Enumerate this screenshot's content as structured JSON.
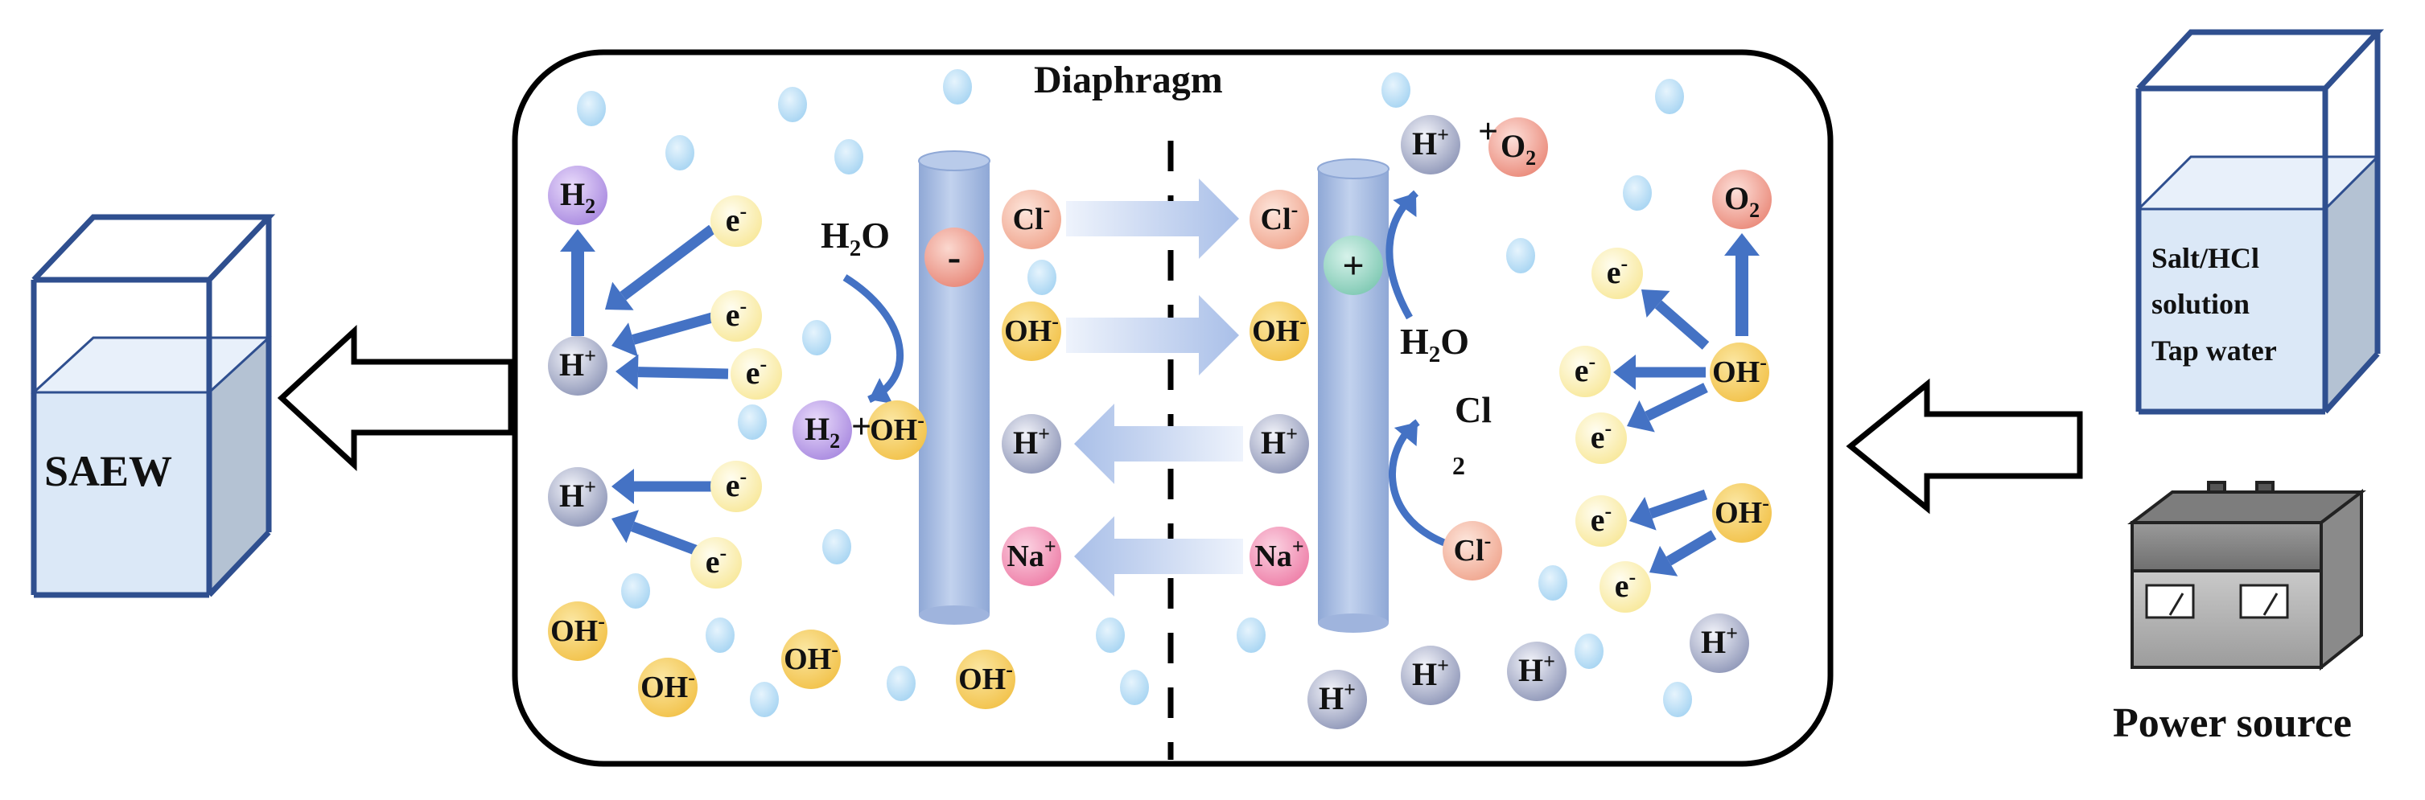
{
  "title": "Diaphragm",
  "output_label": "SAEW",
  "power_label": "Power source",
  "tank_lines": [
    "Salt/HCl",
    "solution",
    "Tap water"
  ],
  "electrodes": {
    "cathode": "-",
    "anode": "+"
  },
  "colors": {
    "outline": "#000000",
    "arrow": "#4472c4",
    "container_edge": "#2f4f8f",
    "water": "#dbe8f7",
    "bubble": "#a6d4f2",
    "electrode": "#a8bde0",
    "crossing_arrow": "#b6c8ea",
    "OH": "#f2c24a",
    "H": "#8f97b8",
    "e": "#fbf0b6",
    "Cl": "#f0a68f",
    "Na": "#ee7fa8",
    "H2": "#a98ae0",
    "O2": "#ea8a7a"
  },
  "molecules": [
    {
      "base": "H",
      "sup": "2",
      "style": "H2",
      "sub": true
    },
    {
      "base": "H",
      "sup": "+",
      "style": "H"
    },
    {
      "base": "H",
      "sup": "+",
      "style": "H"
    },
    {
      "base": "e",
      "sup": "-",
      "style": "e"
    },
    {
      "base": "e",
      "sup": "-",
      "style": "e"
    },
    {
      "base": "e",
      "sup": "-",
      "style": "e"
    },
    {
      "base": "e",
      "sup": "-",
      "style": "e"
    },
    {
      "base": "e",
      "sup": "-",
      "style": "e"
    },
    {
      "base": "H",
      "sup": "2",
      "style": "H2",
      "sub": true
    },
    {
      "base": "OH",
      "sup": "-",
      "style": "OH"
    },
    {
      "base": "OH",
      "sup": "-",
      "style": "OH"
    },
    {
      "base": "OH",
      "sup": "-",
      "style": "OH"
    },
    {
      "base": "OH",
      "sup": "-",
      "style": "OH"
    },
    {
      "base": "OH",
      "sup": "-",
      "style": "OH"
    },
    {
      "base": "Cl",
      "sup": "-",
      "style": "Cl"
    },
    {
      "base": "OH",
      "sup": "-",
      "style": "OH"
    },
    {
      "base": "H",
      "sup": "+",
      "style": "H"
    },
    {
      "base": "Na",
      "sup": "+",
      "style": "Na"
    },
    {
      "base": "Cl",
      "sup": "-",
      "style": "Cl"
    },
    {
      "base": "OH",
      "sup": "-",
      "style": "OH"
    },
    {
      "base": "H",
      "sup": "+",
      "style": "H"
    },
    {
      "base": "Na",
      "sup": "+",
      "style": "Na"
    },
    {
      "base": "H",
      "sup": "+",
      "style": "H"
    },
    {
      "base": "O",
      "sup": "2",
      "style": "O2",
      "sub": true
    },
    {
      "base": "Cl",
      "sup": "-",
      "style": "Cl"
    },
    {
      "base": "H",
      "sup": "+",
      "style": "H"
    },
    {
      "base": "H",
      "sup": "+",
      "style": "H"
    },
    {
      "base": "H",
      "sup": "+",
      "style": "H"
    },
    {
      "base": "H",
      "sup": "+",
      "style": "H"
    },
    {
      "base": "O",
      "sup": "2",
      "style": "O2",
      "sub": true
    },
    {
      "base": "OH",
      "sup": "-",
      "style": "OH"
    },
    {
      "base": "OH",
      "sup": "-",
      "style": "OH"
    },
    {
      "base": "e",
      "sup": "-",
      "style": "e"
    },
    {
      "base": "e",
      "sup": "-",
      "style": "e"
    },
    {
      "base": "e",
      "sup": "-",
      "style": "e"
    },
    {
      "base": "e",
      "sup": "-",
      "style": "e"
    },
    {
      "base": "e",
      "sup": "-",
      "style": "e"
    }
  ],
  "free_text": [
    {
      "base": "H",
      "sub": "2",
      "tail": "O"
    },
    {
      "base": "+",
      "sub": "",
      "tail": ""
    },
    {
      "base": "H",
      "sub": "2",
      "tail": "O"
    },
    {
      "base": "Cl",
      "sub": "",
      "tail": ""
    },
    {
      "base": "2",
      "sub": "",
      "tail": ""
    },
    {
      "base": "+",
      "sub": "",
      "tail": ""
    }
  ]
}
